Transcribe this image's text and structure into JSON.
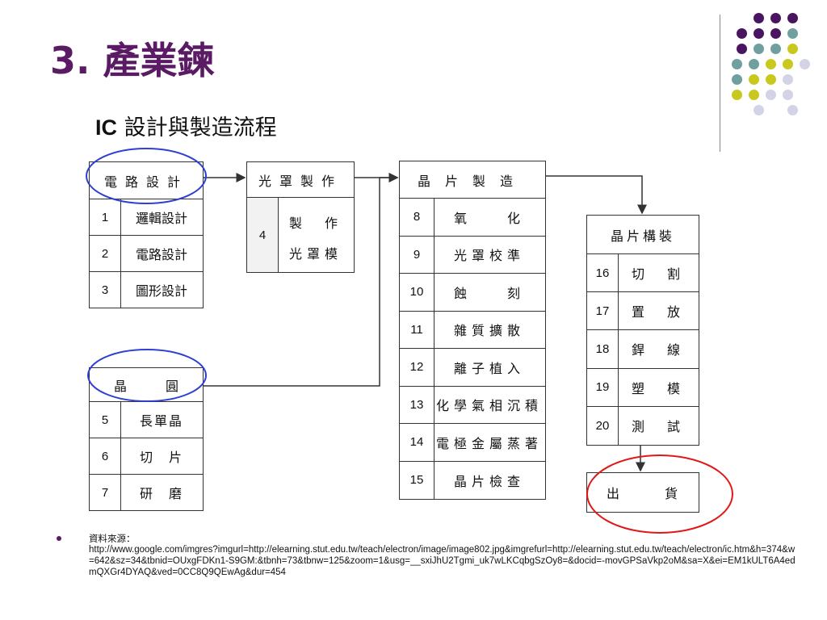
{
  "slide": {
    "title": "3.  產業鍊",
    "subtitle_en": "IC",
    "subtitle_zh": " 設計與製造流程"
  },
  "flow": {
    "circuit": {
      "header": "電路設計",
      "items": [
        {
          "n": "1",
          "label": "邏輯設計"
        },
        {
          "n": "2",
          "label": "電路設計"
        },
        {
          "n": "3",
          "label": "圖形設計"
        }
      ]
    },
    "mask": {
      "header": "光罩製作",
      "n": "4",
      "line1": "製　作",
      "line2": "光罩模"
    },
    "wafer": {
      "header": "晶　　　圓",
      "items": [
        {
          "n": "5",
          "label": "長單晶"
        },
        {
          "n": "6",
          "label": "切　片"
        },
        {
          "n": "7",
          "label": "研　磨"
        }
      ]
    },
    "fab": {
      "header": "晶片製造",
      "items": [
        {
          "n": "8",
          "label": "氧　　化"
        },
        {
          "n": "9",
          "label": "光罩校準"
        },
        {
          "n": "10",
          "label": "蝕　　刻"
        },
        {
          "n": "11",
          "label": "雜質擴散"
        },
        {
          "n": "12",
          "label": "離子植入"
        },
        {
          "n": "13",
          "label": "化學氣相沉積"
        },
        {
          "n": "14",
          "label": "電極金屬蒸著"
        },
        {
          "n": "15",
          "label": "晶片檢查"
        }
      ]
    },
    "package": {
      "header": "晶片構裝",
      "items": [
        {
          "n": "16",
          "label": "切　割"
        },
        {
          "n": "17",
          "label": "置　放"
        },
        {
          "n": "18",
          "label": "銲　線"
        },
        {
          "n": "19",
          "label": "塑　模"
        },
        {
          "n": "20",
          "label": "測　試"
        }
      ]
    },
    "ship": {
      "label": "出　　　貨"
    }
  },
  "citation": {
    "label": "資料來源：",
    "url": "http://www.google.com/imgres?imgurl=http://elearning.stut.edu.tw/teach/electron/image/image802.jpg&imgrefurl=http://elearning.stut.edu.tw/teach/electron/ic.htm&h=374&w=642&sz=34&tbnid=OUxgFDKn1-S9GM:&tbnh=73&tbnw=125&zoom=1&usg=__sxiJhU2Tgmi_uk7wLKCqbgSzOy8=&docid=-movGPSaVkp2oM&sa=X&ei=EM1kULT6A4edmQXGr4DYAQ&ved=0CC8Q9QEwAg&dur=454"
  },
  "colors": {
    "purple": "#4a1560",
    "teal": "#6f9f9f",
    "yellow": "#c8c81e",
    "lavender": "#d3d3e8",
    "circle_blue": "#2e3fd1",
    "circle_red": "#e01818"
  }
}
